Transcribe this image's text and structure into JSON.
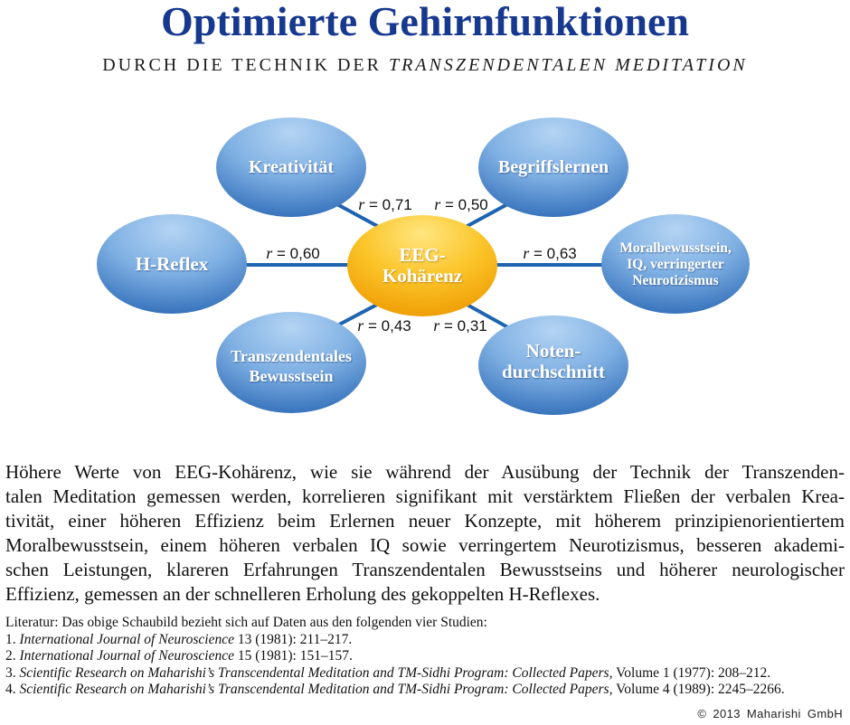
{
  "title": "Optimierte Gehirnfunktionen",
  "subtitle": {
    "upright": "DURCH DIE TECHNIK DER",
    "italic": "TRANSZENDENTALEN MEDITATION"
  },
  "colors": {
    "title": "#17388f",
    "connector": "#1e64b0",
    "node_light": "#b4d4f3",
    "node_mid": "#7fb0e3",
    "node_dark": "#2f6cb8",
    "center_light": "#ffe680",
    "center_mid": "#fbc52a",
    "center_dark": "#ee9a00",
    "node_text": "#ffffff"
  },
  "diagram": {
    "center": {
      "lines": [
        "EEG-",
        "Kohärenz"
      ]
    },
    "nodes": [
      {
        "lines": [
          "Kreativität"
        ],
        "correlation": {
          "variable": "r",
          "value": "= 0,71"
        }
      },
      {
        "lines": [
          "Begriffslernen"
        ],
        "correlation": {
          "variable": "r",
          "value": "= 0,50"
        }
      },
      {
        "lines": [
          "H-Reflex"
        ],
        "correlation": {
          "variable": "r",
          "value": "= 0,60"
        }
      },
      {
        "lines": [
          "Moralbewusstsein,",
          "IQ, verringerter",
          "Neurotizismus"
        ],
        "correlation": {
          "variable": "r",
          "value": "= 0,63"
        }
      },
      {
        "lines": [
          "Transzendentales",
          "Bewusstsein"
        ],
        "correlation": {
          "variable": "r",
          "value": "= 0,43"
        }
      },
      {
        "lines": [
          "Noten-",
          "durchschnitt"
        ],
        "correlation": {
          "variable": "r",
          "value": "= 0,31"
        }
      }
    ]
  },
  "description": {
    "lines": [
      "Höhere Werte von EEG-Kohärenz, wie sie während der Ausübung der Technik der Transzenden-",
      "talen Meditation gemessen werden, korrelieren signifikant mit verstärktem Fließen der verbalen Krea-",
      "tivität, einer höheren Effizienz beim Erlernen neuer Konzepte, mit höherem prinzipienorientiertem",
      "Moralbewusstsein, einem höheren verbalen IQ sowie verringertem Neurotizismus, besseren akademi-",
      "schen Leistungen, klareren Erfahrungen Transzendentalen Bewusstseins und höherer neurologischer",
      "Effizienz, gemessen an der schnelleren Erholung des gekoppelten H-Reflexes."
    ]
  },
  "references": {
    "intro": "Literatur: Das obige Schaubild bezieht sich auf Daten aus den folgenden vier Studien:",
    "items": [
      {
        "number": "1.",
        "title": "International Journal of Neuroscience",
        "details": "13 (1981): 211–217."
      },
      {
        "number": "2.",
        "title": "International Journal of Neuroscience",
        "details": "15 (1981): 151–157."
      },
      {
        "number": "3.",
        "title": "Scientific Research on Maharishi’s Transcendental Meditation and TM-Sidhi Program: Collected Papers,",
        "details": "Volume 1 (1977): 208–212."
      },
      {
        "number": "4.",
        "title": "Scientific Research on Maharishi’s Transcendental Meditation and TM-Sidhi Program: Collected Papers,",
        "details": "Volume 4 (1989): 2245–2266."
      }
    ]
  },
  "copyright": "© 2013 Maharishi GmbH"
}
